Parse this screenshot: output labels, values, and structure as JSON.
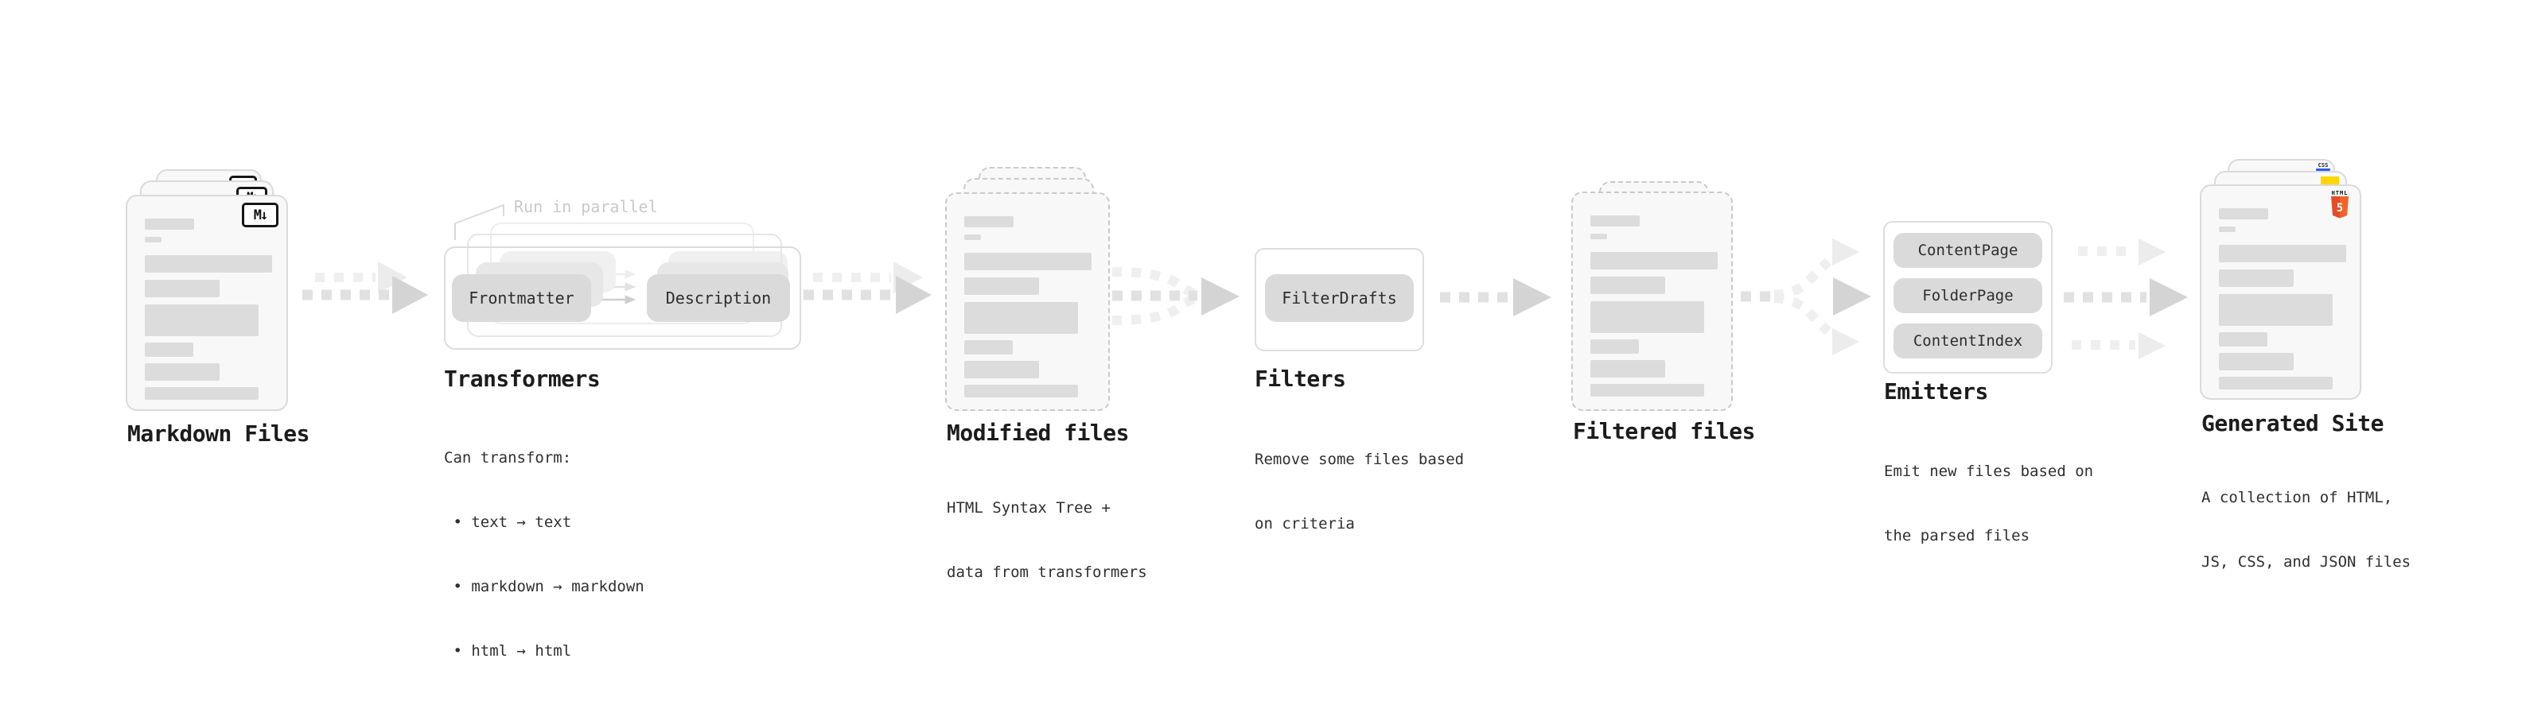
{
  "stages": {
    "markdown": {
      "title": "Markdown Files",
      "badge": "M↓"
    },
    "transformers": {
      "title": "Transformers",
      "annotation": "Run in parallel",
      "pill_left": "Frontmatter",
      "pill_right": "Description",
      "desc_heading": "Can transform:",
      "bullet_char": "•",
      "bullets": [
        "text → text",
        "markdown → markdown",
        "html → html"
      ]
    },
    "modified": {
      "title": "Modified files",
      "subtitle": [
        "HTML Syntax Tree +",
        "data from transformers"
      ]
    },
    "filters": {
      "title": "Filters",
      "pill": "FilterDrafts",
      "subtitle": [
        "Remove some files based",
        "on criteria"
      ]
    },
    "filtered": {
      "title": "Filtered files"
    },
    "emitters": {
      "title": "Emitters",
      "pills": [
        "ContentPage",
        "FolderPage",
        "ContentIndex"
      ],
      "subtitle": [
        "Emit new files based on",
        "the parsed files"
      ]
    },
    "generated": {
      "title": "Generated Site",
      "subtitle": [
        "A collection of HTML,",
        "JS, CSS, and JSON files"
      ],
      "badges": {
        "css": "CSS",
        "html_word": "HTML",
        "html_number": "5"
      }
    }
  },
  "colors": {
    "html5_orange": "#e44d26",
    "html5_orange_light": "#f16529",
    "js_yellow": "#ffd600",
    "css_blue": "#2b5cf0"
  }
}
